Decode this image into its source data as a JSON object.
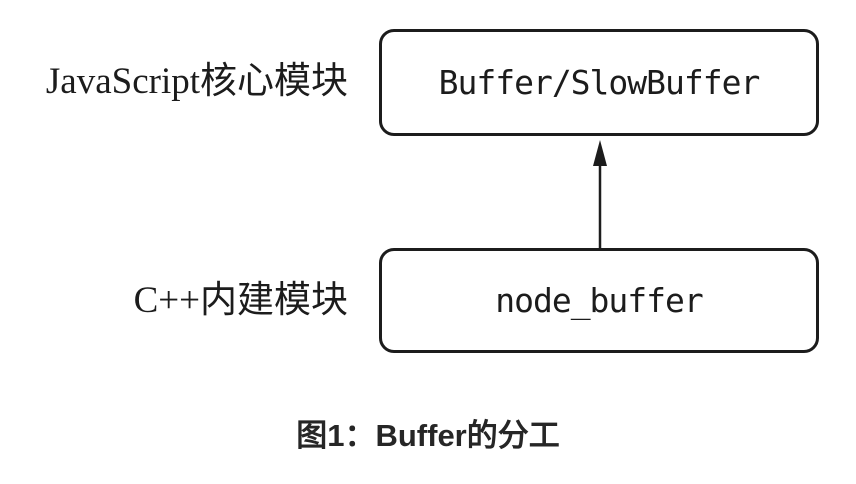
{
  "diagram": {
    "rows": [
      {
        "label": "JavaScript核心模块",
        "node": "Buffer/SlowBuffer"
      },
      {
        "label": "C++内建模块",
        "node": "node_buffer"
      }
    ],
    "arrow": {
      "from": "node_buffer",
      "to": "Buffer/SlowBuffer",
      "direction": "up"
    },
    "caption": "图1：Buffer的分工"
  },
  "colors": {
    "ink": "#1c1c1c",
    "background": "#ffffff"
  }
}
